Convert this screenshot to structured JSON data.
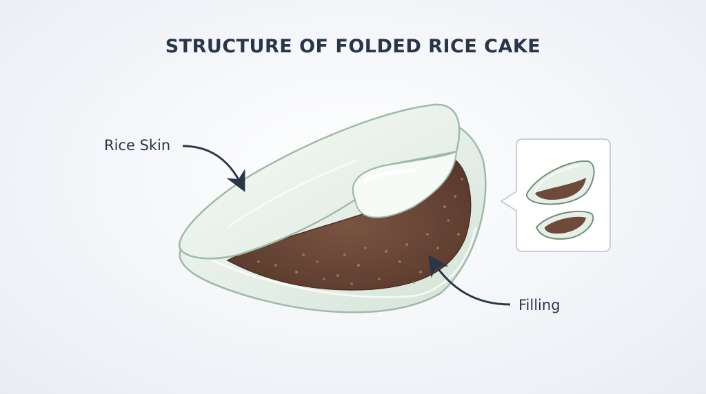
{
  "title": "STRUCTURE OF FOLDED RICE CAKE",
  "labels": {
    "rice_skin": "Rice Skin",
    "filling": "Filling"
  },
  "colors": {
    "title": "#2b3548",
    "skin_fill": "#e6efe8",
    "skin_edge": "#9fbaa6",
    "filling": "#6e4a3a",
    "arrow": "#2b3548",
    "inset_border": "#c9ced8"
  }
}
